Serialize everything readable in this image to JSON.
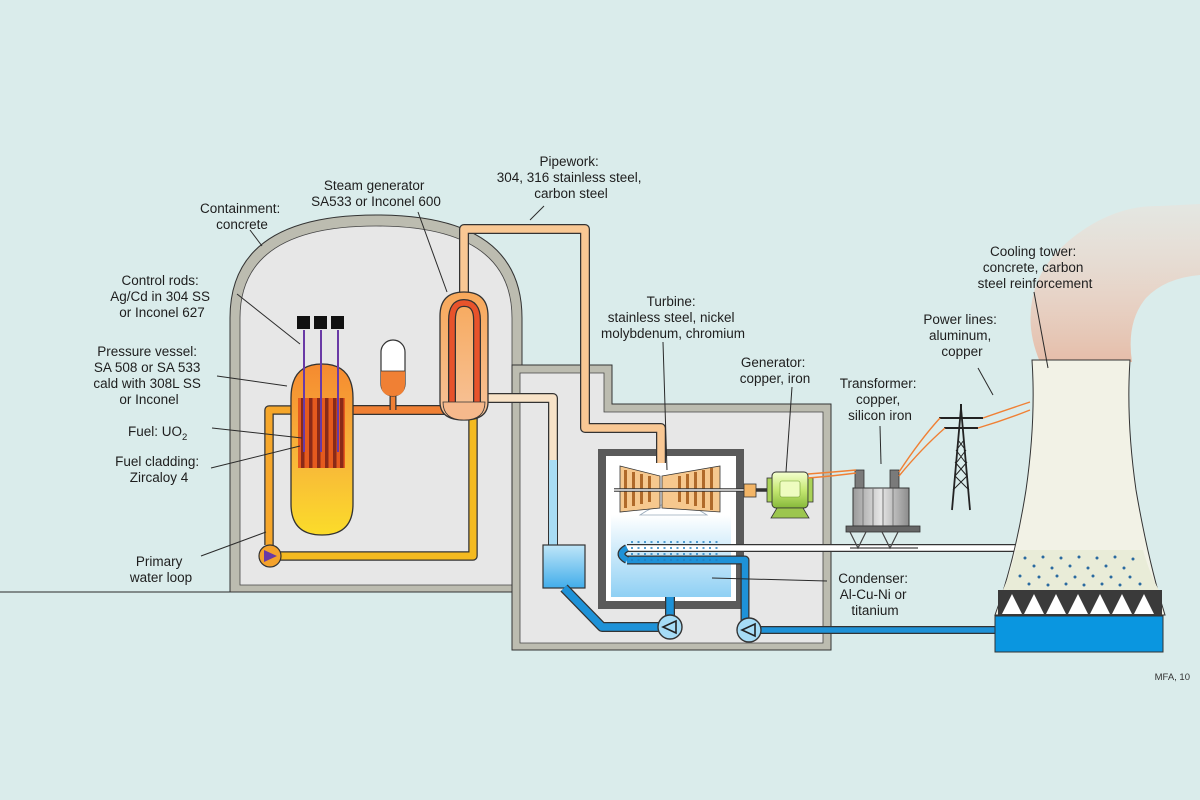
{
  "labels": {
    "containment": [
      "Containment:",
      "concrete"
    ],
    "steam_generator": [
      "Steam generator",
      "SA533 or Inconel 600"
    ],
    "pipework": [
      "Pipework:",
      "304, 316 stainless steel,",
      "carbon steel"
    ],
    "control_rods": [
      "Control rods:",
      "Ag/Cd in 304 SS",
      "or Inconel 627"
    ],
    "pressure_vessel": [
      "Pressure vessel:",
      "SA 508 or SA 533",
      "cald with 308L SS",
      "or Inconel"
    ],
    "fuel": {
      "prefix": "Fuel: UO",
      "subscript": "2"
    },
    "fuel_cladding": [
      "Fuel cladding:",
      "Zircaloy 4"
    ],
    "primary_loop": [
      "Primary",
      "water loop"
    ],
    "turbine": [
      "Turbine:",
      "stainless steel, nickel",
      "molybdenum, chromium"
    ],
    "generator": [
      "Generator:",
      "copper, iron"
    ],
    "transformer": [
      "Transformer:",
      "copper,",
      "silicon iron"
    ],
    "power_lines": [
      "Power lines:",
      "aluminum,",
      "copper"
    ],
    "cooling_tower": [
      "Cooling tower:",
      "concrete, carbon",
      "steel reinforcement"
    ],
    "condenser": [
      "Condenser:",
      "Al-Cu-Ni or",
      "titanium"
    ]
  },
  "credit": "MFA, 10",
  "colors": {
    "background": "#daeceb",
    "containment_wall": "#bcbcb0",
    "interior": "#e7e7e7",
    "hot_water": "#f07a2c",
    "steam_pipe": "#f9c894",
    "primary_return": "#f4ba20",
    "cooling_water": "#1e92d8",
    "tower": "#f2f2e6"
  }
}
